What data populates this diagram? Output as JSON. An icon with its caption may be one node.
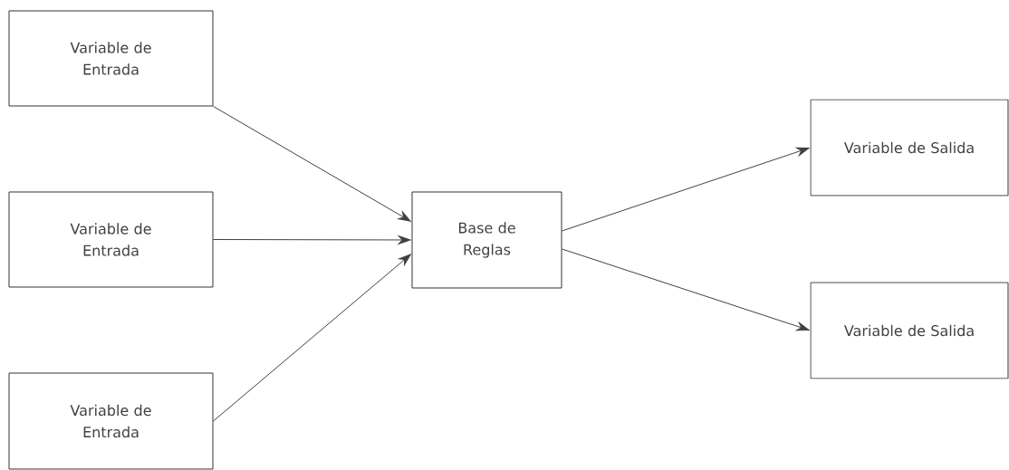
{
  "diagram": {
    "nodes": [
      {
        "text": [
          "Variable de Entrada"
        ]
      },
      {
        "text": [
          "Variable de Entrada"
        ]
      },
      {
        "text": [
          "Variable de Entrada"
        ]
      },
      {
        "text": [
          "Base de Reglas"
        ]
      },
      {
        "text": [
          "Variable de Salida"
        ]
      },
      {
        "text": [
          "Variable de Salida"
        ]
      }
    ],
    "edges": [
      {
        "from": 0,
        "to": 3,
        "arrow": "to"
      },
      {
        "from": 1,
        "to": 3,
        "arrow": "to"
      },
      {
        "from": 2,
        "to": 3,
        "arrow": "to"
      },
      {
        "from": 3,
        "to": 4,
        "arrow": "to"
      },
      {
        "from": 3,
        "to": 5,
        "arrow": "to"
      }
    ]
  }
}
